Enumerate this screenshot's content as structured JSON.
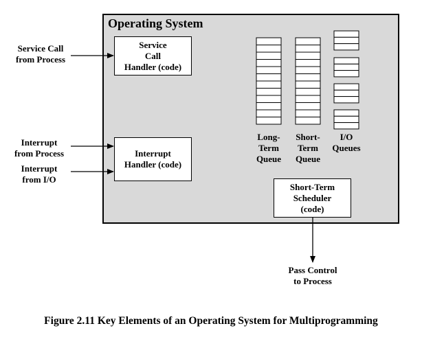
{
  "diagram": {
    "os_title": "Operating System",
    "service_call_handler": "Service\nCall\nHandler (code)",
    "interrupt_handler": "Interrupt\nHandler (code)",
    "short_term_scheduler": "Short-Term\nScheduler\n(code)",
    "long_term_queue_label": "Long-\nTerm\nQueue",
    "short_term_queue_label": "Short-\nTerm\nQueue",
    "io_queues_label": "I/O\nQueues",
    "service_call_input": "Service Call\nfrom Process",
    "interrupt_process_input": "Interrupt\nfrom Process",
    "interrupt_io_input": "Interrupt\nfrom I/O",
    "pass_control_output": "Pass Control\nto Process"
  },
  "caption": "Figure 2.11  Key Elements of an Operating System for Multiprogramming"
}
